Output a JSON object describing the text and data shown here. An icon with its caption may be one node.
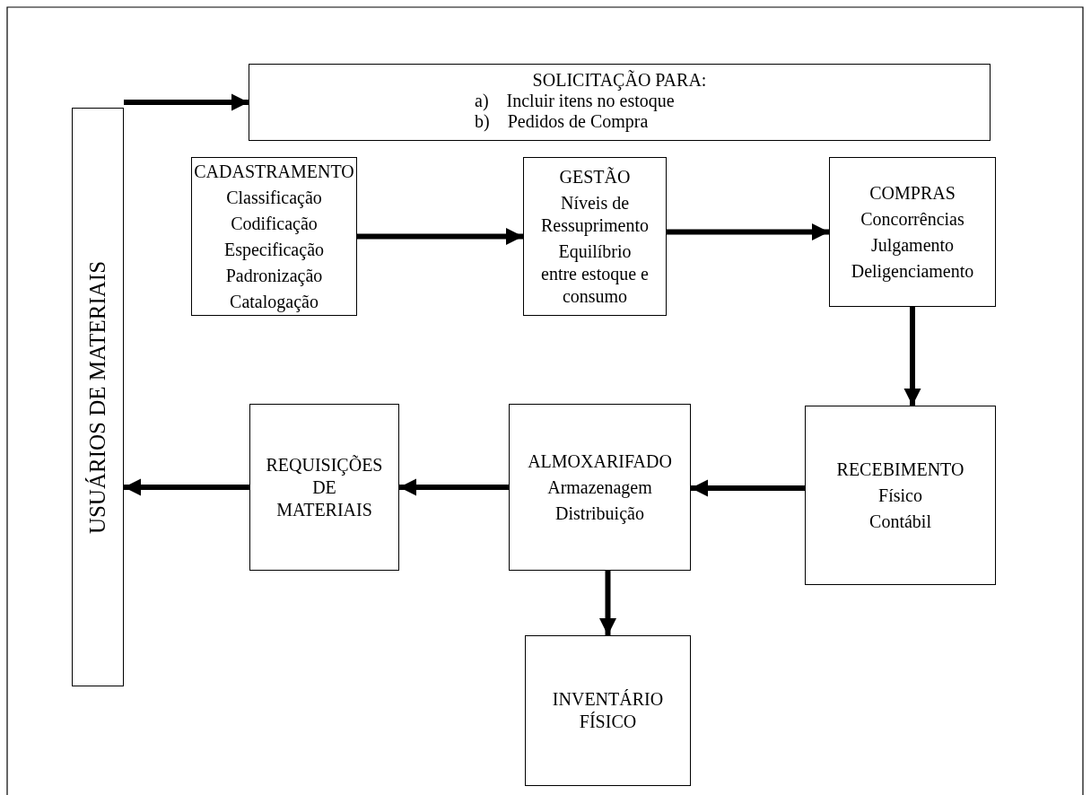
{
  "diagram": {
    "nodes": [
      {
        "text": [
          "USUÁRIOS DE MATERIAIS"
        ]
      },
      {
        "text": [
          "SOLICITAÇÃO PARA:",
          "a) Incluir itens no estoque",
          "b) Pedidos de Compra"
        ]
      },
      {
        "text": [
          "CADASTRAMENTO",
          "Classificação",
          "Codificação",
          "Especificação",
          "Padronização",
          "Catalogação"
        ]
      },
      {
        "text": [
          "GESTÃO",
          "Níveis de Ressuprimento",
          "Equilíbrio entre estoque e consumo"
        ]
      },
      {
        "text": [
          "COMPRAS",
          "Concorrências",
          "Julgamento",
          "Deligenciamento"
        ]
      },
      {
        "text": [
          "REQUISIÇÕES DE MATERIAIS"
        ]
      },
      {
        "text": [
          "ALMOXARIFADO",
          "Armazenagem",
          "Distribuição"
        ]
      },
      {
        "text": [
          "RECEBIMENTO",
          "Físico",
          "Contábil"
        ]
      },
      {
        "text": [
          "INVENTÁRIO FÍSICO"
        ]
      }
    ],
    "edges": [
      {
        "from": 0,
        "to": 1,
        "arrow": "to"
      },
      {
        "from": 2,
        "to": 3,
        "arrow": "to"
      },
      {
        "from": 3,
        "to": 4,
        "arrow": "to"
      },
      {
        "from": 4,
        "to": 7,
        "arrow": "to"
      },
      {
        "from": 7,
        "to": 6,
        "arrow": "to"
      },
      {
        "from": 6,
        "to": 5,
        "arrow": "to"
      },
      {
        "from": 5,
        "to": 0,
        "arrow": "to"
      },
      {
        "from": 6,
        "to": 8,
        "arrow": "to"
      }
    ]
  }
}
